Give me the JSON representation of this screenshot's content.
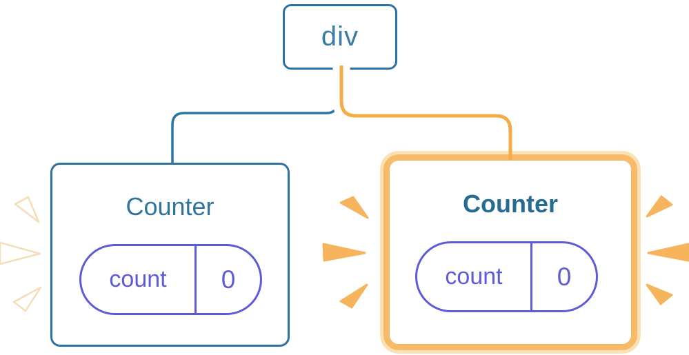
{
  "diagram": {
    "description": "React component tree state diagram",
    "root": {
      "label": "div"
    },
    "children": [
      {
        "label": "Counter",
        "state": {
          "key": "count",
          "value": "0"
        },
        "highlighted": false,
        "spark_style": "white"
      },
      {
        "label": "Counter",
        "state": {
          "key": "count",
          "value": "0"
        },
        "highlighted": true,
        "spark_style": "orange"
      }
    ],
    "colors": {
      "blue_border": "#2B71A3",
      "connector_blue": "#2E75A6",
      "div_text": "#3A7CA4",
      "left_title": "#30749B",
      "right_title": "#266C92",
      "purple": "#5E5BD6",
      "orange_ring": "#F6BA68",
      "orange_glow": "#FBE0B4",
      "orange_spark": "#F6B45C",
      "connector_orange": "#F5AC47"
    }
  }
}
